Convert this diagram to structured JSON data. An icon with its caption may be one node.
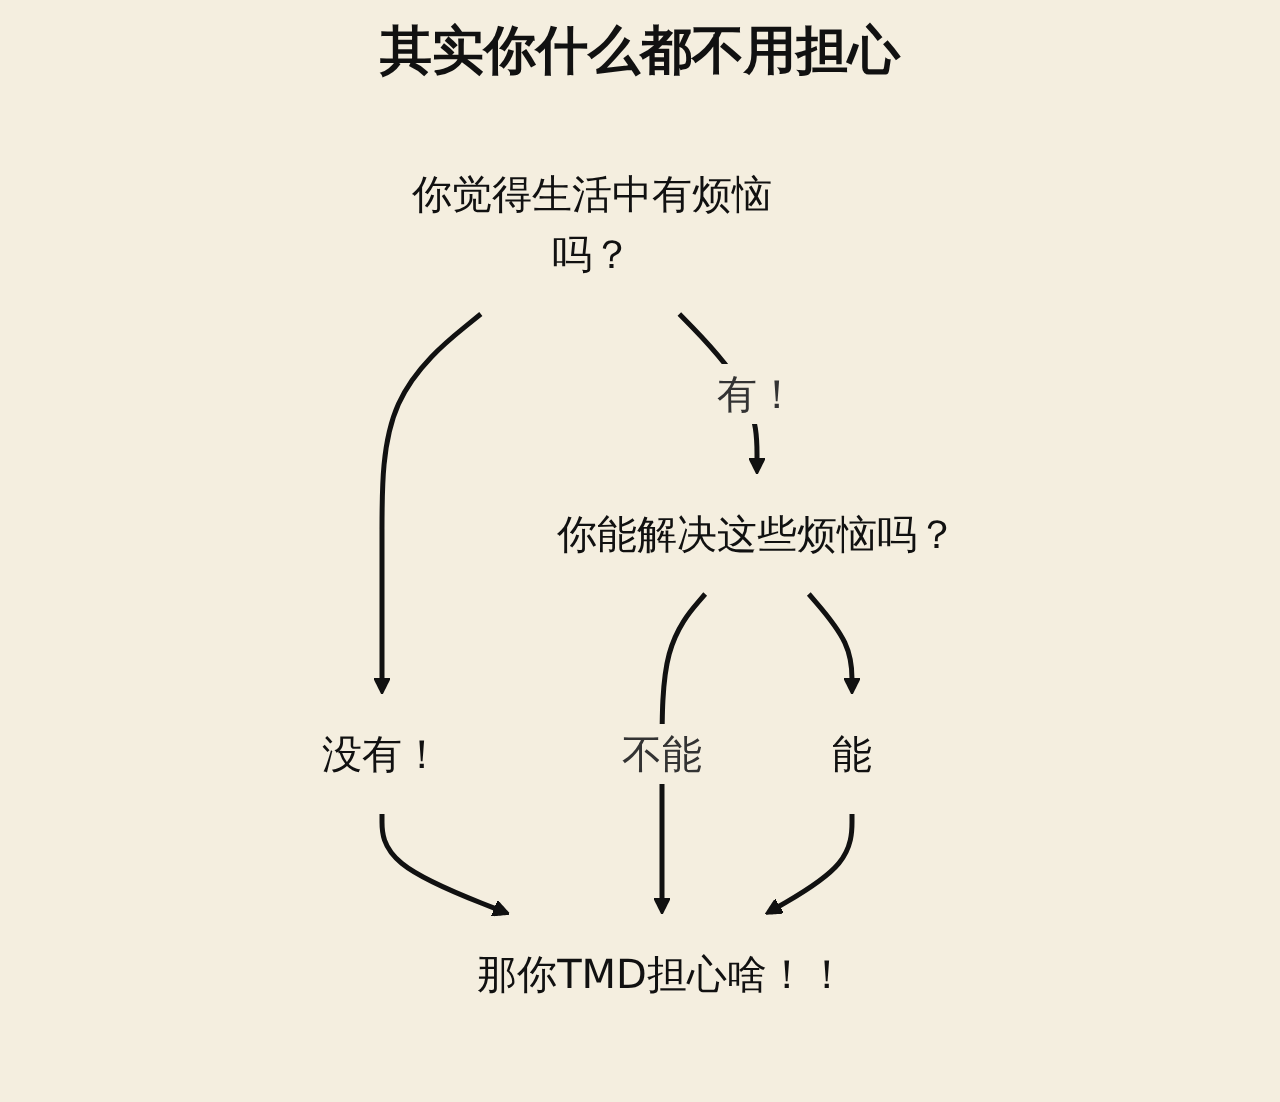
{
  "diagram": {
    "title": "其实你什么都不用担心",
    "nodes": [
      {
        "text": [
          "你觉得生活中有烦恼吗？"
        ]
      },
      {
        "text": [
          "没有！"
        ]
      },
      {
        "text": [
          "那你TMD担心啥！！"
        ]
      },
      {
        "text": [
          "你能解决这些烦恼吗？"
        ]
      },
      {
        "text": [
          "能"
        ]
      }
    ],
    "edges": [
      {
        "from": 0,
        "to": 1,
        "arrow": "to"
      },
      {
        "from": 1,
        "to": 2,
        "arrow": "to"
      },
      {
        "from": 0,
        "to": 3,
        "arrow": "to",
        "label": "有！"
      },
      {
        "from": 3,
        "to": 2,
        "arrow": "to",
        "label": "不能"
      },
      {
        "from": 3,
        "to": 4,
        "arrow": "to"
      },
      {
        "from": 4,
        "to": 2,
        "arrow": "to"
      }
    ]
  }
}
